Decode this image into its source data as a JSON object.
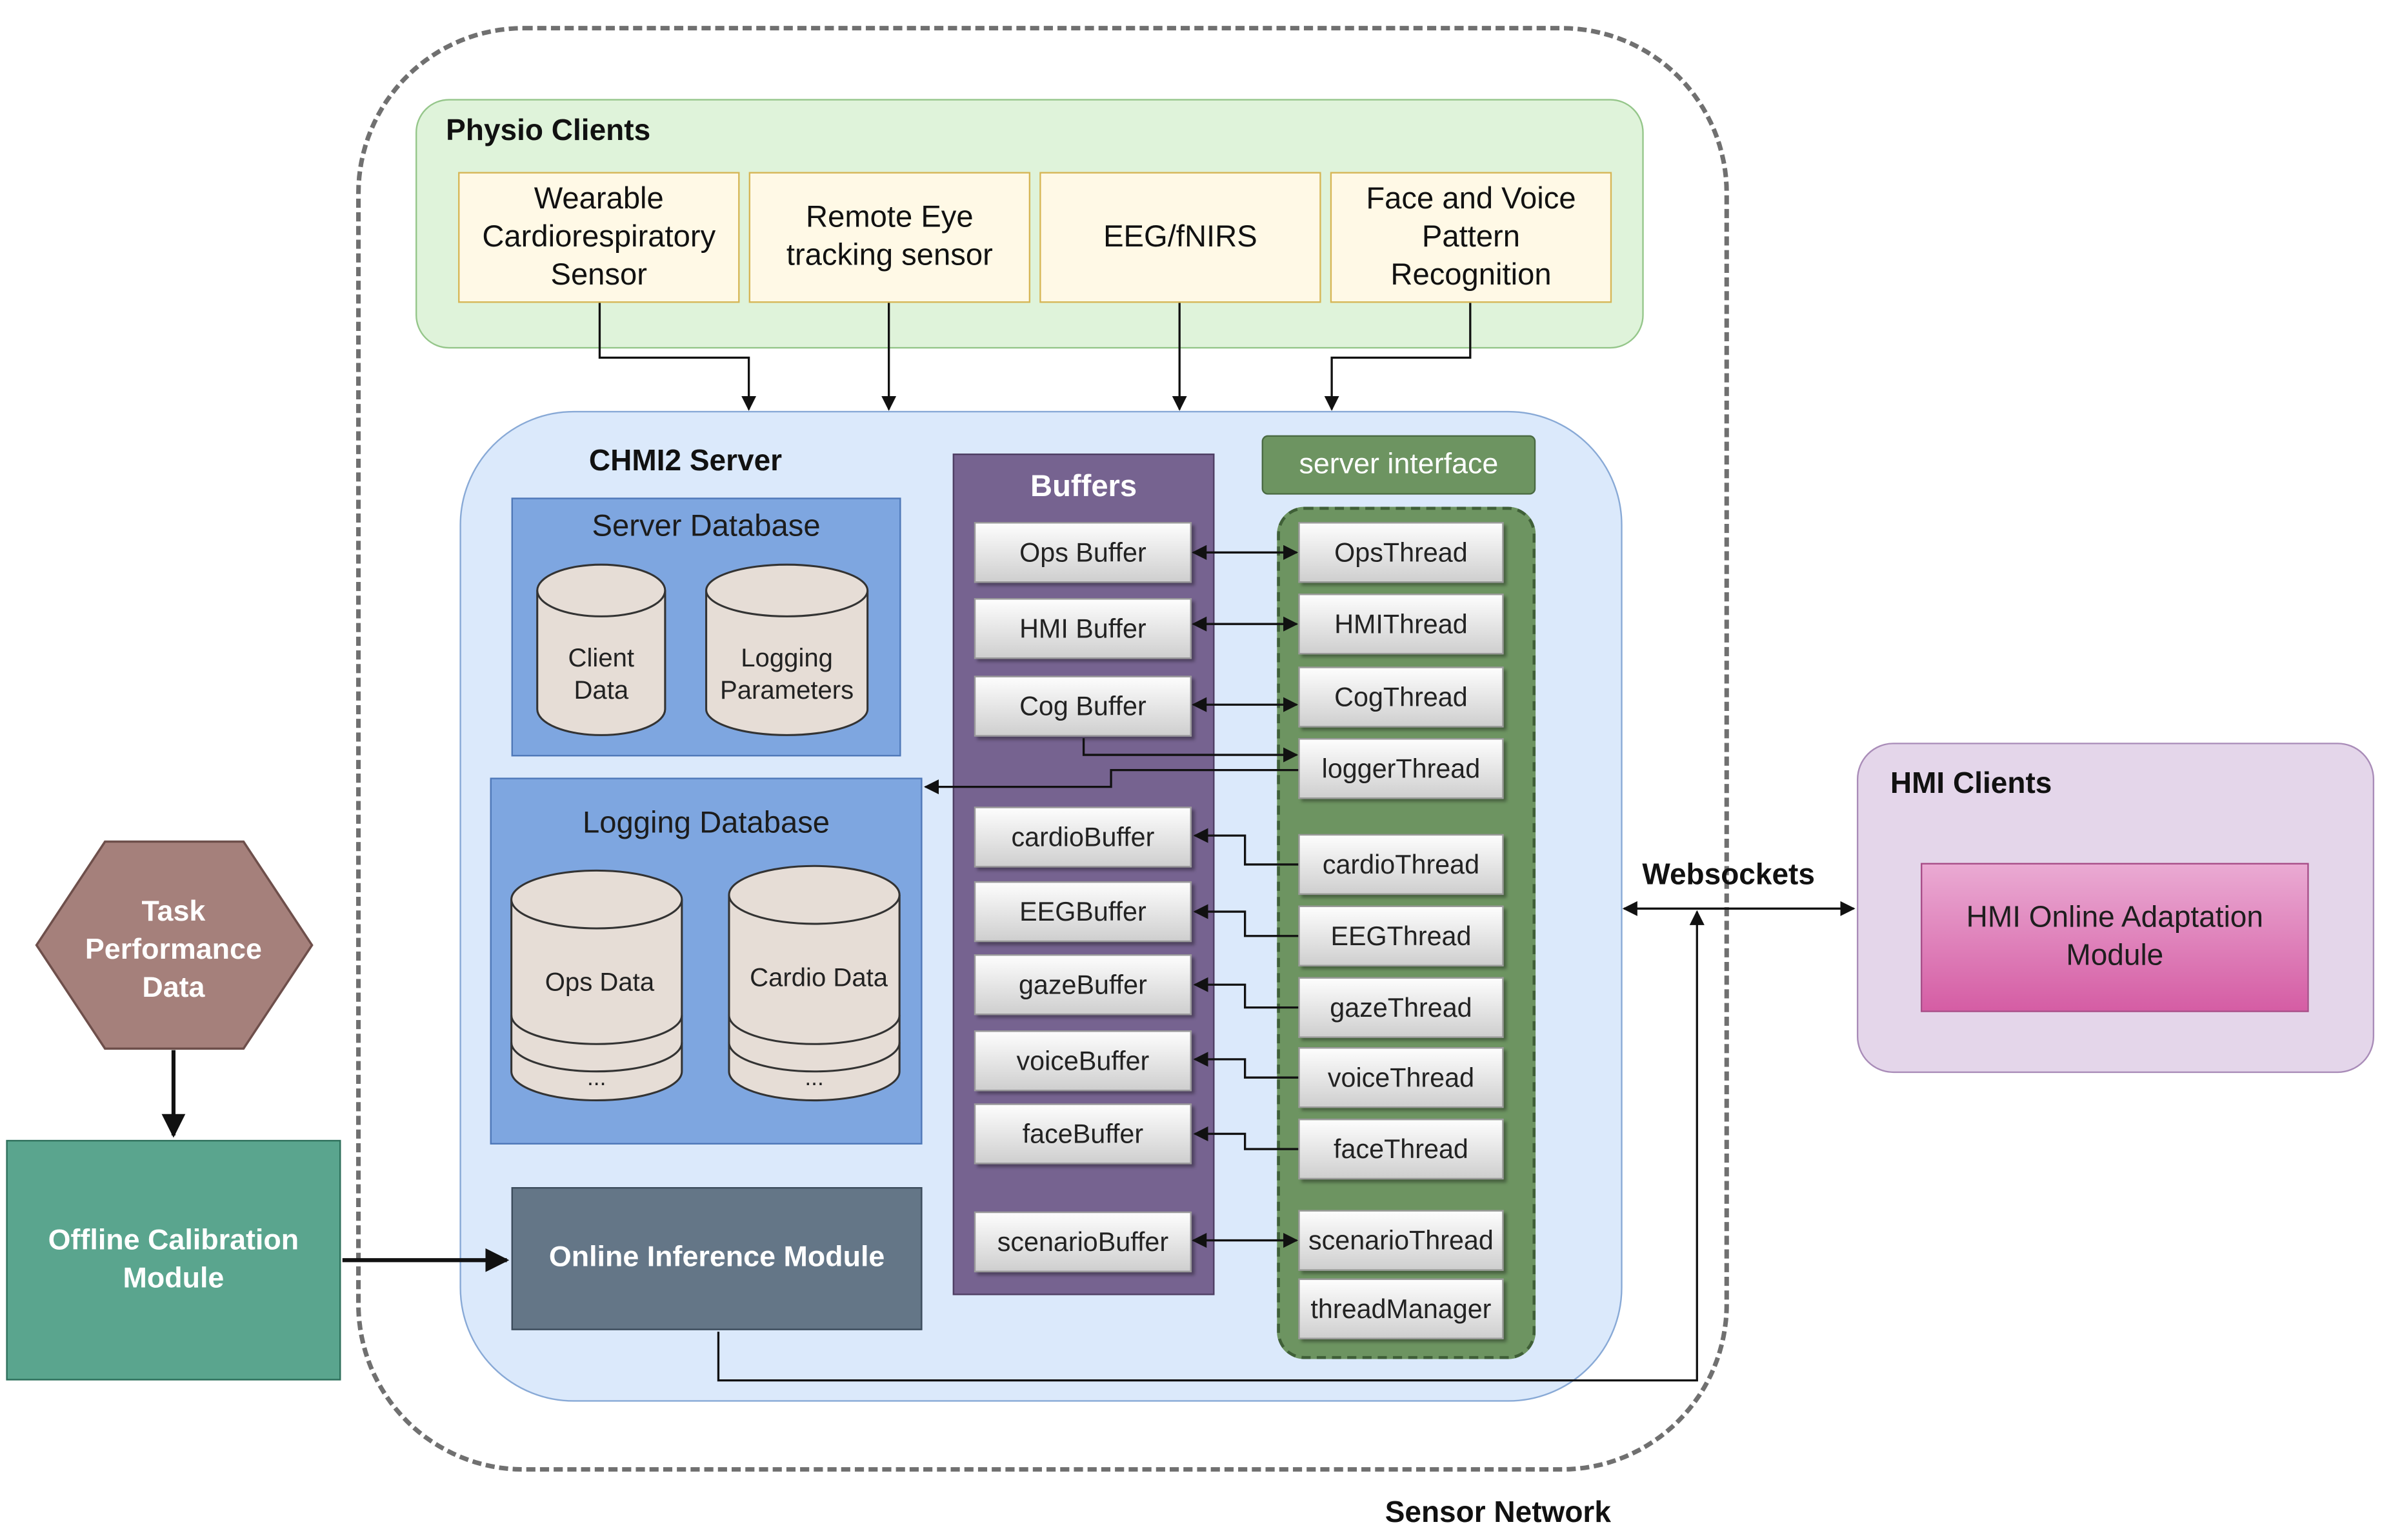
{
  "sensor_network": {
    "label": "Sensor Network"
  },
  "physio_clients": {
    "title": "Physio Clients",
    "sensors": [
      {
        "label": "Wearable Cardiorespiratory Sensor",
        "lines": [
          "Wearable",
          "Cardiorespiratory",
          "Sensor"
        ]
      },
      {
        "label": "Remote Eye tracking sensor",
        "lines": [
          "Remote Eye",
          "tracking sensor"
        ]
      },
      {
        "label": "EEG/fNIRS",
        "lines": [
          "EEG/fNIRS"
        ]
      },
      {
        "label": "Face and Voice Pattern Recognition",
        "lines": [
          "Face and Voice",
          "Pattern",
          "Recognition"
        ]
      }
    ]
  },
  "chmi2_server": {
    "title": "CHMI2 Server",
    "server_database": {
      "title": "Server Database",
      "stores": [
        {
          "lines": [
            "Client",
            "Data"
          ]
        },
        {
          "lines": [
            "Logging",
            "Parameters"
          ]
        }
      ]
    },
    "logging_database": {
      "title": "Logging Database",
      "stores": [
        {
          "label": "Ops Data",
          "more": "..."
        },
        {
          "label": "Cardio Data",
          "more": "..."
        }
      ]
    },
    "buffers": {
      "title": "Buffers",
      "items": [
        "Ops Buffer",
        "HMI Buffer",
        "Cog Buffer",
        "cardioBuffer",
        "EEGBuffer",
        "gazeBuffer",
        "voiceBuffer",
        "faceBuffer",
        "scenarioBuffer"
      ]
    },
    "server_interface": {
      "title": "server interface",
      "threads": [
        "OpsThread",
        "HMIThread",
        "CogThread",
        "loggerThread",
        "cardioThread",
        "EEGThread",
        "gazeThread",
        "voiceThread",
        "faceThread",
        "scenarioThread",
        "threadManager"
      ]
    },
    "online_inference": "Online Inference Module"
  },
  "task_performance": {
    "lines": [
      "Task",
      "Performance",
      "Data"
    ]
  },
  "offline_calibration": {
    "lines": [
      "Offline Calibration",
      "Module"
    ]
  },
  "websockets": "Websockets",
  "hmi_clients": {
    "title": "HMI Clients",
    "module_lines": [
      "HMI Online Adaptation",
      "Module"
    ]
  },
  "colors": {
    "physio_fill": "#dff3da",
    "sensor_fill": "#fff9e6",
    "server_fill": "#dbe9fb",
    "database_fill": "#7ea6e0",
    "buffers_fill": "#766390",
    "threads_fill": "#6d9461",
    "inference_fill": "#647687",
    "calibration_fill": "#5aa58e",
    "task_fill": "#a5807b",
    "hmi_fill": "#e4d6ea",
    "adaptation_fill": "#d55da4"
  }
}
